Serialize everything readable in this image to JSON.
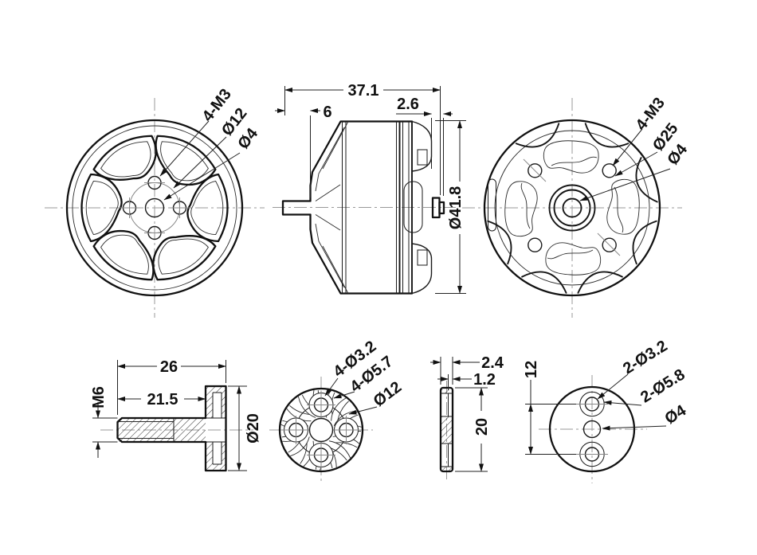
{
  "drawing": {
    "background": "#ffffff",
    "line_color": "#1a1a1a",
    "centerline_color": "#999999",
    "views": {
      "motor_front": {
        "labels": {
          "mount_holes": "4-M3",
          "bolt_circle": "Ø12",
          "shaft_hole": "Ø4"
        }
      },
      "motor_side": {
        "dims": {
          "overall_length": "37.1",
          "shaft_length": "6",
          "mount_offset": "2.6",
          "body_diameter": "Ø41.8"
        }
      },
      "motor_rear": {
        "labels": {
          "mount_holes": "4-M3",
          "bolt_circle": "Ø25",
          "shaft_hole": "Ø4"
        }
      },
      "prop_adapter": {
        "dims": {
          "overall_length": "26",
          "thread_length": "21.5",
          "thread_size": "M6",
          "flange_diameter": "Ø20"
        }
      },
      "washer_front": {
        "labels": {
          "through_holes": "4-Ø3.2",
          "counterbore_holes": "4-Ø5.7",
          "bolt_circle": "Ø12"
        }
      },
      "washer_side": {
        "dims": {
          "thickness": "2.4",
          "step_thickness": "1.2",
          "diameter": "20"
        }
      },
      "mount_disc": {
        "dims": {
          "hole_spacing": "12"
        },
        "labels": {
          "through_holes": "2-Ø3.2",
          "counterbore_holes": "2-Ø5.8",
          "center_hole": "Ø4"
        }
      }
    }
  }
}
